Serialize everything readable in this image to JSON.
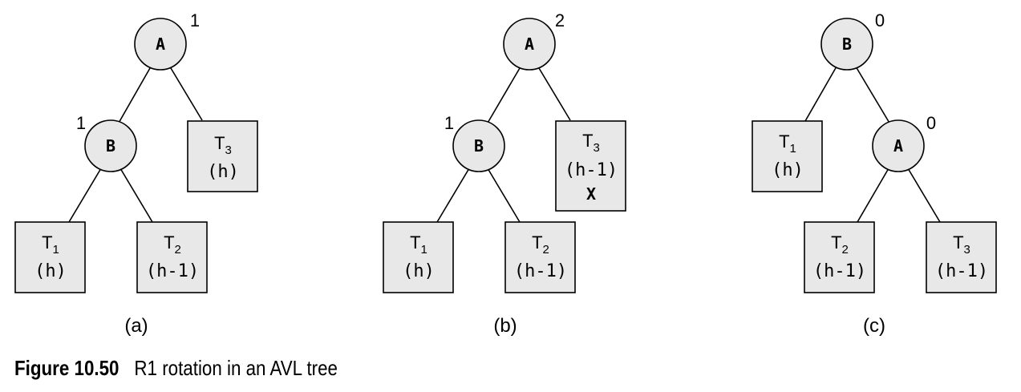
{
  "figure": {
    "number": "Figure 10.50",
    "caption": "R1 rotation in an AVL tree"
  },
  "panels": [
    {
      "label": "(a)",
      "nodes": [
        {
          "id": "A",
          "label": "A",
          "balance": "1"
        },
        {
          "id": "B",
          "label": "B",
          "balance": "1"
        }
      ],
      "subtrees": [
        {
          "id": "T3",
          "name": "T",
          "sub": "3",
          "height": "(h)",
          "mark": ""
        },
        {
          "id": "T1",
          "name": "T",
          "sub": "1",
          "height": "(h)",
          "mark": ""
        },
        {
          "id": "T2",
          "name": "T",
          "sub": "2",
          "height": "(h-1)",
          "mark": ""
        }
      ]
    },
    {
      "label": "(b)",
      "nodes": [
        {
          "id": "A",
          "label": "A",
          "balance": "2"
        },
        {
          "id": "B",
          "label": "B",
          "balance": "1"
        }
      ],
      "subtrees": [
        {
          "id": "T3",
          "name": "T",
          "sub": "3",
          "height": "(h-1)",
          "mark": "X"
        },
        {
          "id": "T1",
          "name": "T",
          "sub": "1",
          "height": "(h)",
          "mark": ""
        },
        {
          "id": "T2",
          "name": "T",
          "sub": "2",
          "height": "(h-1)",
          "mark": ""
        }
      ]
    },
    {
      "label": "(c)",
      "nodes": [
        {
          "id": "B",
          "label": "B",
          "balance": "0"
        },
        {
          "id": "A",
          "label": "A",
          "balance": "0"
        }
      ],
      "subtrees": [
        {
          "id": "T1",
          "name": "T",
          "sub": "1",
          "height": "(h)",
          "mark": ""
        },
        {
          "id": "T2",
          "name": "T",
          "sub": "2",
          "height": "(h-1)",
          "mark": ""
        },
        {
          "id": "T3",
          "name": "T",
          "sub": "3",
          "height": "(h-1)",
          "mark": ""
        }
      ]
    }
  ]
}
